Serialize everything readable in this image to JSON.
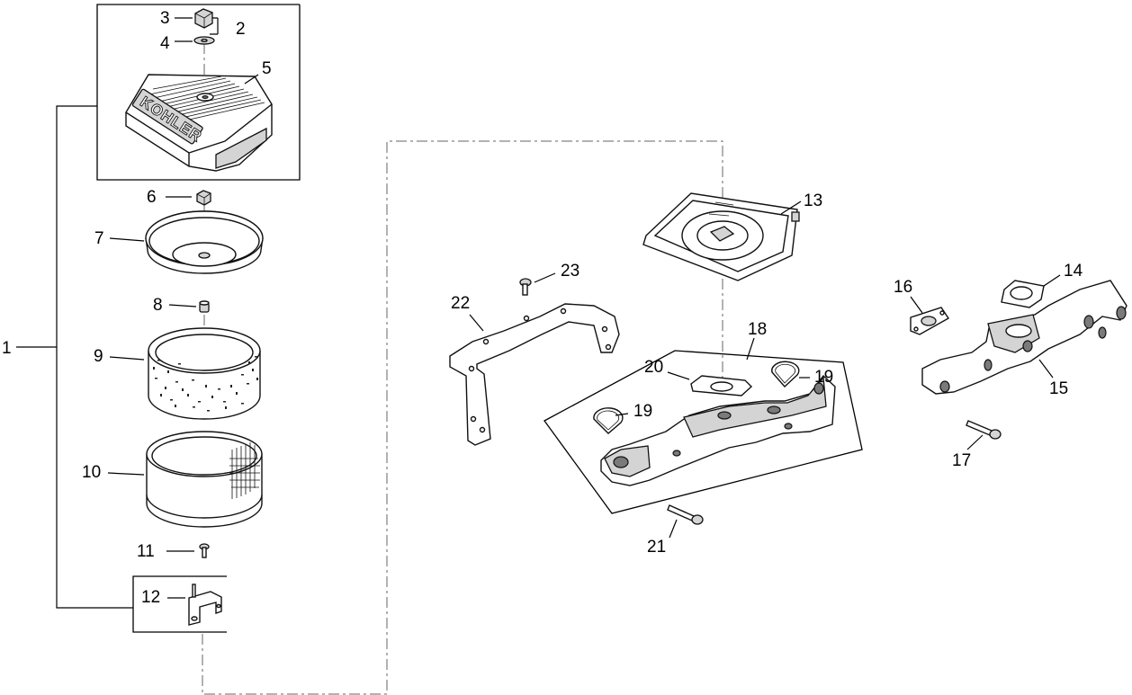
{
  "diagram": {
    "brand_mark": "KOHLER",
    "callouts": {
      "c1": "1",
      "c2": "2",
      "c3": "3",
      "c4": "4",
      "c5": "5",
      "c6": "6",
      "c7": "7",
      "c8": "8",
      "c9": "9",
      "c10": "10",
      "c11": "11",
      "c12": "12",
      "c13": "13",
      "c14": "14",
      "c15": "15",
      "c16": "16",
      "c17": "17",
      "c18": "18",
      "c19a": "19",
      "c19b": "19",
      "c20": "20",
      "c21": "21",
      "c22": "22",
      "c23": "23"
    }
  }
}
